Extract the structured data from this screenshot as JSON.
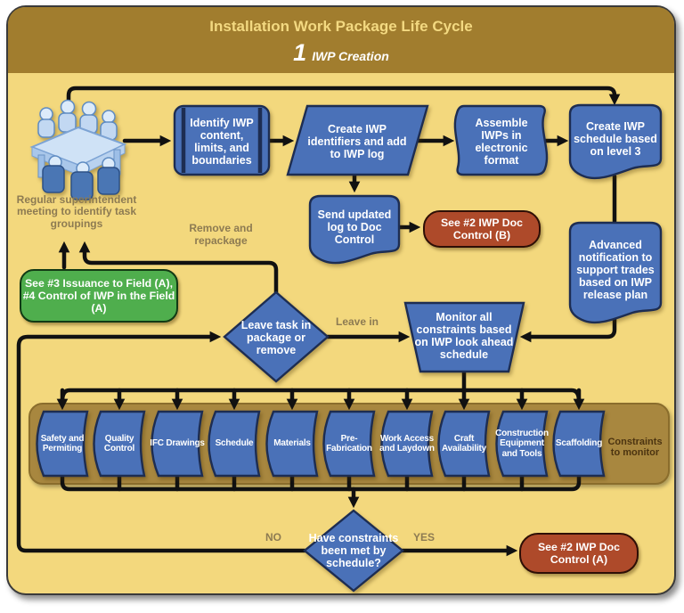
{
  "header": {
    "title": "Installation Work Package Life Cycle",
    "step_number": "1",
    "step_label": "IWP Creation"
  },
  "nodes": {
    "meeting_caption": "Regular superintendent meeting to identify task groupings",
    "identify": "Identify IWP content, limits, and boundaries",
    "create_identifiers": "Create IWP identifiers and add to IWP log",
    "assemble": "Assemble IWPs in electronic format",
    "schedule_level3": "Create IWP schedule based on level 3",
    "send_log": "Send updated log to Doc Control",
    "doc_control_b": "See #2 IWP Doc Control (B)",
    "advanced_notification": "Advanced notification to support trades based on IWP release plan",
    "issuance_green": "See #3 Issuance to Field (A), #4 Control of IWP in the Field (A)",
    "leave_or_remove": "Leave task in package or remove",
    "monitor_constraints": "Monitor all constraints based on IWP look ahead schedule",
    "constraints_met": "Have constraints been met by schedule?",
    "doc_control_a": "See #2 IWP Doc Control (A)"
  },
  "edge_labels": {
    "remove_repackage": "Remove and repackage",
    "leave_in": "Leave in",
    "no": "NO",
    "yes": "YES"
  },
  "constraints": {
    "title": "Constraints to monitor",
    "items": [
      "Safety and Permiting",
      "Quality Control",
      "IFC Drawings",
      "Schedule",
      "Materials",
      "Pre-Fabrication",
      "Work Access and Laydown",
      "Craft Availability",
      "Construction Equipment and Tools",
      "Scaffolding"
    ]
  },
  "colors": {
    "panel_bg": "#f3d87d",
    "header_bg": "#a17d2e",
    "node_blue": "#4a71b8",
    "green": "#4fae4d",
    "red": "#ae4a2a",
    "strip_brown": "#a8873f",
    "arrow": "#111111",
    "caption_text": "#8d7b52"
  }
}
